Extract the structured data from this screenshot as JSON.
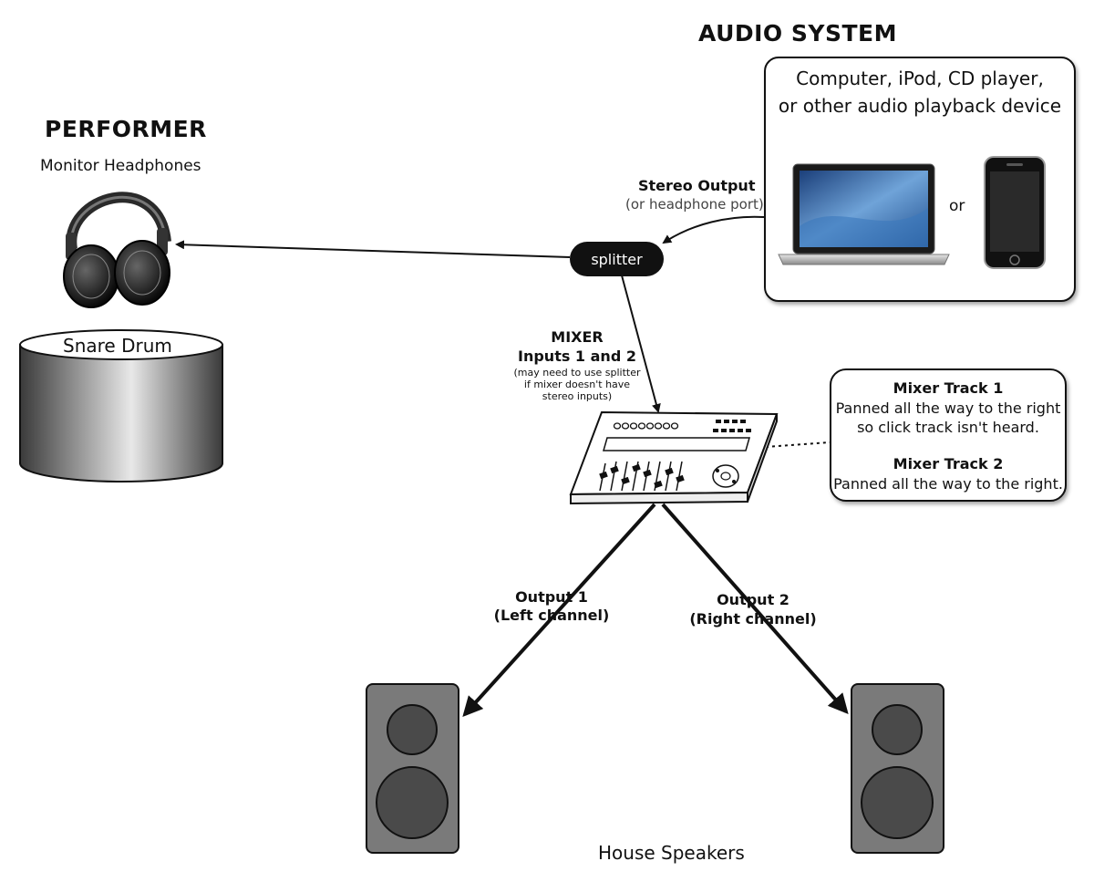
{
  "performer": {
    "heading": "PERFORMER",
    "headphones_label": "Monitor Headphones",
    "drum_label": "Snare Drum"
  },
  "audio_system": {
    "heading": "AUDIO SYSTEM",
    "device_line1": "Computer, iPod, CD player,",
    "device_line2": "or other audio playback device",
    "or_label": "or"
  },
  "stereo_output": {
    "title": "Stereo Output",
    "subtitle": "(or headphone port)"
  },
  "splitter": {
    "label": "splitter"
  },
  "mixer": {
    "title": "MIXER",
    "inputs": "Inputs 1 and 2",
    "note_line1": "(may need to use splitter",
    "note_line2": "if mixer doesn't have",
    "note_line3": "stereo inputs)"
  },
  "mixer_tracks": {
    "track1_title": "Mixer Track 1",
    "track1_line1": "Panned all the way to the right",
    "track1_line2": "so click track isn't heard.",
    "track2_title": "Mixer Track 2",
    "track2_line1": "Panned all the way to the right."
  },
  "outputs": {
    "output1_title": "Output 1",
    "output1_channel": "(Left channel)",
    "output2_title": "Output 2",
    "output2_channel": "(Right channel)"
  },
  "speakers": {
    "label": "House Speakers"
  }
}
